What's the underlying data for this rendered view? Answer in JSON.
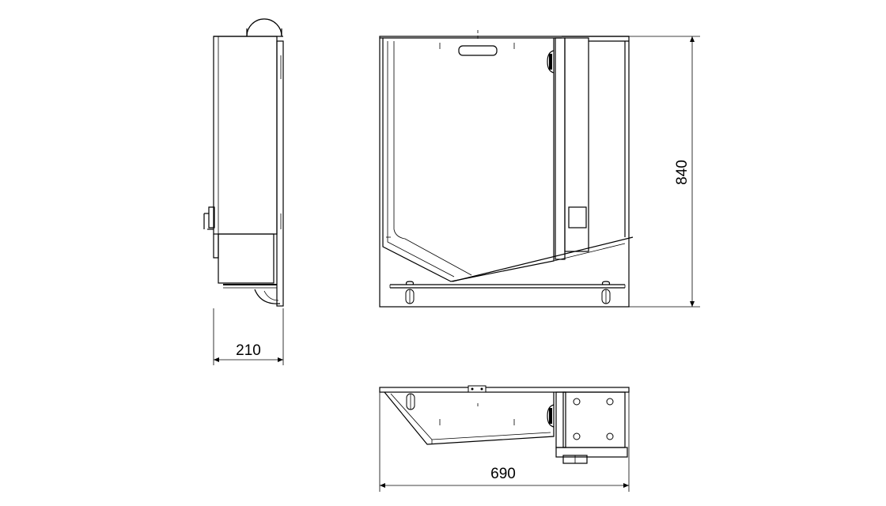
{
  "dimensions": {
    "side_depth": "210",
    "front_height": "840",
    "top_width": "690"
  }
}
